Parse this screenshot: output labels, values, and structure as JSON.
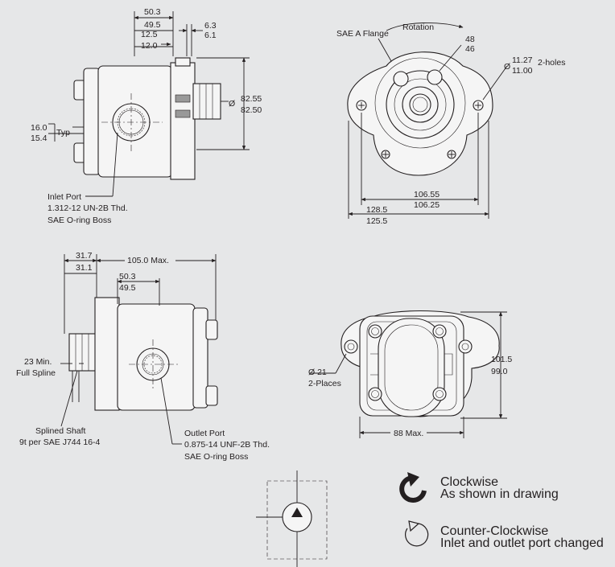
{
  "top_view": {
    "dim_50_3": "50.3",
    "dim_49_5": "49.5",
    "dim_6_3": "6.3",
    "dim_6_1": "6.1",
    "dim_12_5": "12.5",
    "dim_12_0": "12.0",
    "dia_symbol": "Ø",
    "dim_82_55": "82.55",
    "dim_82_50": "82.50",
    "dim_16_0": "16.0",
    "dim_15_4": "15.4",
    "typ": "Typ",
    "inlet_port_1": "Inlet Port",
    "inlet_port_2": "1.312-12 UN-2B Thd.",
    "inlet_port_3": "SAE O-ring Boss"
  },
  "front_top": {
    "rotation": "Rotation",
    "sae_flange": "SAE A Flange",
    "dim_48": "48",
    "dim_46": "46",
    "hole_dia_prefix": "Ø",
    "dim_11_27": "11.27",
    "dim_11_00": "11.00",
    "two_holes": "2-holes",
    "dim_106_55": "106.55",
    "dim_106_25": "106.25",
    "dim_128_5": "128.5",
    "dim_125_5": "125.5"
  },
  "side_view": {
    "dim_31_7": "31.7",
    "dim_31_1": "31.1",
    "dim_105": "105.0 Max.",
    "dim_50_3": "50.3",
    "dim_49_5": "49.5",
    "min_spline_1": "23 Min.",
    "min_spline_2": "Full Spline",
    "shaft_1": "Splined Shaft",
    "shaft_2": "9t per SAE J744 16-4",
    "outlet_1": "Outlet Port",
    "outlet_2": "0.875-14 UNF-2B Thd.",
    "outlet_3": "SAE O-ring Boss"
  },
  "rear_view": {
    "dia_21": "Ø 21",
    "two_places": "2-Places",
    "dim_101_5": "101.5",
    "dim_99_0": "99.0",
    "dim_88": "88 Max."
  },
  "legend": {
    "cw_title": "Clockwise",
    "cw_sub": "As shown in drawing",
    "ccw_title": "Counter-Clockwise",
    "ccw_sub": "Inlet and outlet port changed"
  }
}
